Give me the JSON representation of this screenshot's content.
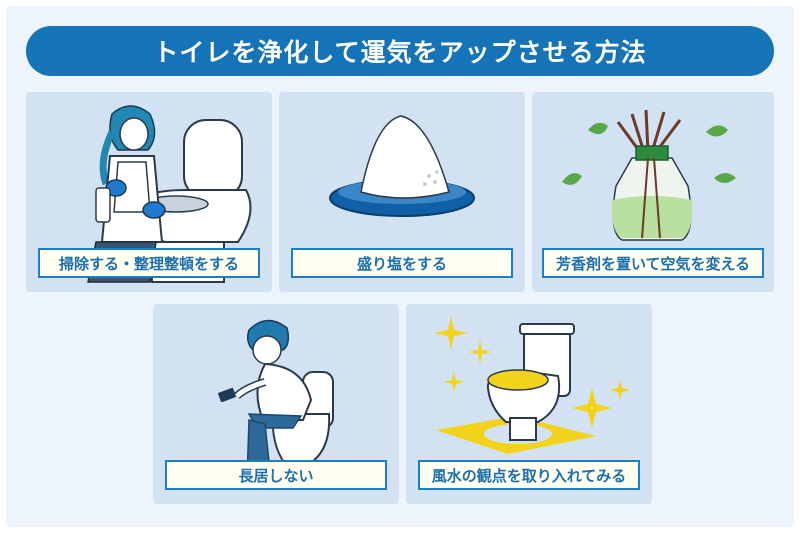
{
  "title": "トイレを浄化して運気をアップさせる方法",
  "cards": [
    {
      "label": "掃除する・整理整頓をする",
      "icon": "woman-cleaning-toilet-illustration"
    },
    {
      "label": "盛り塩をする",
      "icon": "salt-mound-illustration"
    },
    {
      "label": "芳香剤を置いて空気を変える",
      "icon": "reed-diffuser-illustration"
    },
    {
      "label": "長居しない",
      "icon": "man-sitting-on-toilet-illustration"
    },
    {
      "label": "風水の観点を取り入れてみる",
      "icon": "toilet-with-yellow-mat-illustration"
    }
  ],
  "colors": {
    "title_bg": "#1573b8",
    "card_bg": "#d3e2f2",
    "label_border": "#1d7fc2",
    "label_text": "#1d6fb0",
    "accent_yellow": "#f2d21b"
  }
}
